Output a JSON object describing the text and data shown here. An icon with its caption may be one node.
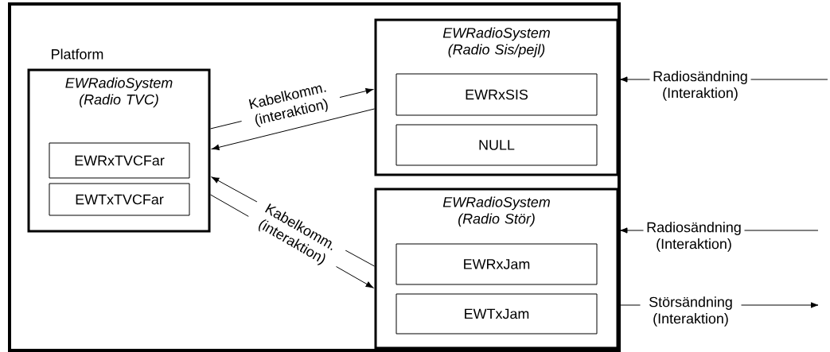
{
  "diagram": {
    "nodes": [
      {
        "text": [
          "Platform"
        ]
      },
      {
        "text": [
          "EWRadioSystem (Radio TVC)"
        ],
        "in": 0
      },
      {
        "text": [
          "EWRxTVCFar"
        ],
        "in": 1
      },
      {
        "text": [
          "EWTxTVCFar"
        ],
        "in": 1
      },
      {
        "text": [
          "EWRadioSystem (Radio Sis/pejl)"
        ],
        "in": 0
      },
      {
        "text": [
          "EWRxSIS"
        ],
        "in": 4
      },
      {
        "text": [
          "NULL"
        ],
        "in": 4
      },
      {
        "text": [
          "EWRadioSystem (Radio Stör)"
        ],
        "in": 0
      },
      {
        "text": [
          "EWRxJam"
        ],
        "in": 7
      },
      {
        "text": [
          "EWTxJam"
        ],
        "in": 7
      }
    ],
    "edges": [
      {
        "from": 1,
        "to": 4,
        "arrow": "to",
        "label": "Kabelkomm. (interaktion)"
      },
      {
        "from": 4,
        "to": 1,
        "arrow": "to"
      },
      {
        "from": 7,
        "to": 1,
        "arrow": "to"
      },
      {
        "from": 1,
        "to": 7,
        "arrow": "to",
        "label": "Kabelkomm. (interaktion)"
      },
      {
        "from": null,
        "to": 4,
        "arrow": "to",
        "label": "Radiosändning (Interaktion)"
      },
      {
        "from": null,
        "to": 7,
        "arrow": "to",
        "label": "Radiosändning (Interaktion)"
      },
      {
        "from": 7,
        "to": null,
        "arrow": "to",
        "label": "Störsändning (Interaktion)"
      }
    ]
  }
}
